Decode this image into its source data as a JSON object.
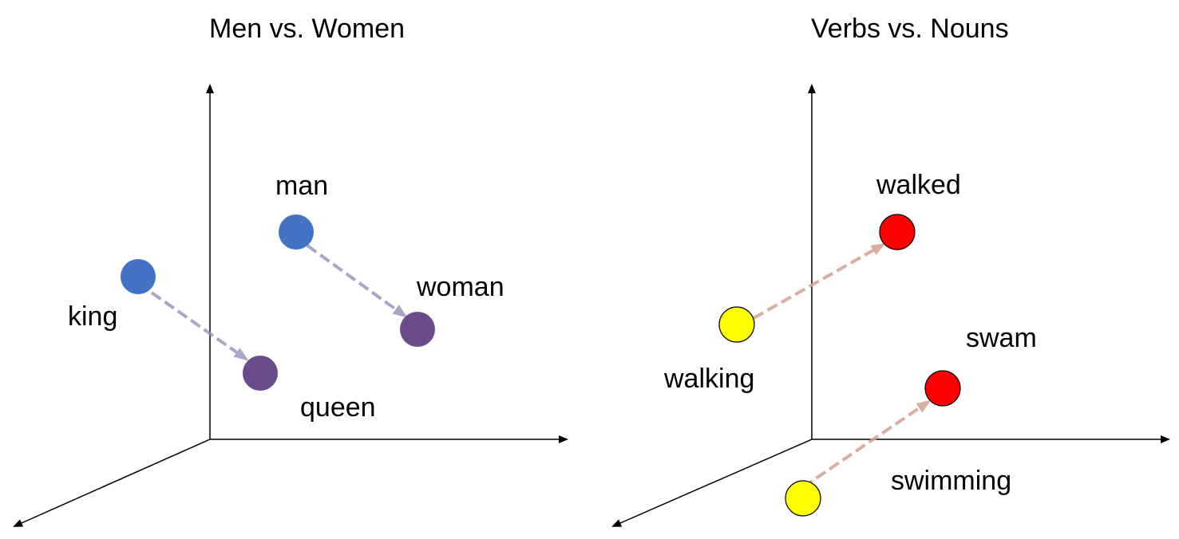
{
  "panels": [
    {
      "title": "Men vs. Women",
      "words": [
        {
          "label": "man",
          "color": "#4472c4"
        },
        {
          "label": "woman",
          "color": "#6a4c8a"
        },
        {
          "label": "king",
          "color": "#4472c4"
        },
        {
          "label": "queen",
          "color": "#6a4c8a"
        }
      ],
      "arrow_color": "#8f88b8"
    },
    {
      "title": "Verbs vs. Nouns",
      "words": [
        {
          "label": "walked",
          "color": "#ff0000"
        },
        {
          "label": "walking",
          "color": "#ffff00"
        },
        {
          "label": "swam",
          "color": "#ff0000"
        },
        {
          "label": "swimming",
          "color": "#ffff00"
        }
      ],
      "arrow_color": "#d4a090"
    }
  ]
}
